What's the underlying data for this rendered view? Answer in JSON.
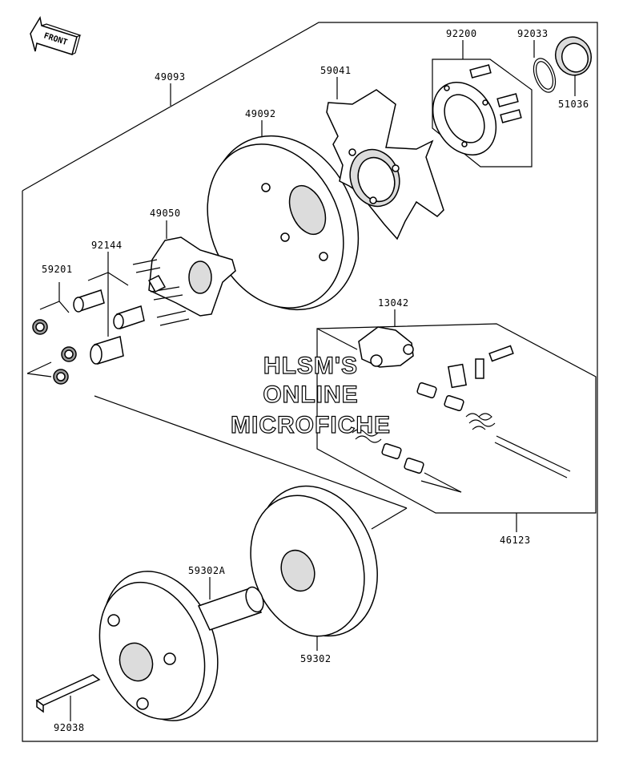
{
  "diagram": {
    "front_label": "FRONT",
    "watermark": [
      "HLSM'S",
      "ONLINE",
      "MICROFICHE"
    ],
    "parts": [
      {
        "id": "49093",
        "label": "49093"
      },
      {
        "id": "49092",
        "label": "49092"
      },
      {
        "id": "59041",
        "label": "59041"
      },
      {
        "id": "92200",
        "label": "92200"
      },
      {
        "id": "92033",
        "label": "92033"
      },
      {
        "id": "51036",
        "label": "51036"
      },
      {
        "id": "49050",
        "label": "49050"
      },
      {
        "id": "92144",
        "label": "92144"
      },
      {
        "id": "59201",
        "label": "59201"
      },
      {
        "id": "13042",
        "label": "13042"
      },
      {
        "id": "46123",
        "label": "46123"
      },
      {
        "id": "59302A",
        "label": "59302A"
      },
      {
        "id": "59302",
        "label": "59302"
      },
      {
        "id": "92038",
        "label": "92038"
      }
    ]
  }
}
